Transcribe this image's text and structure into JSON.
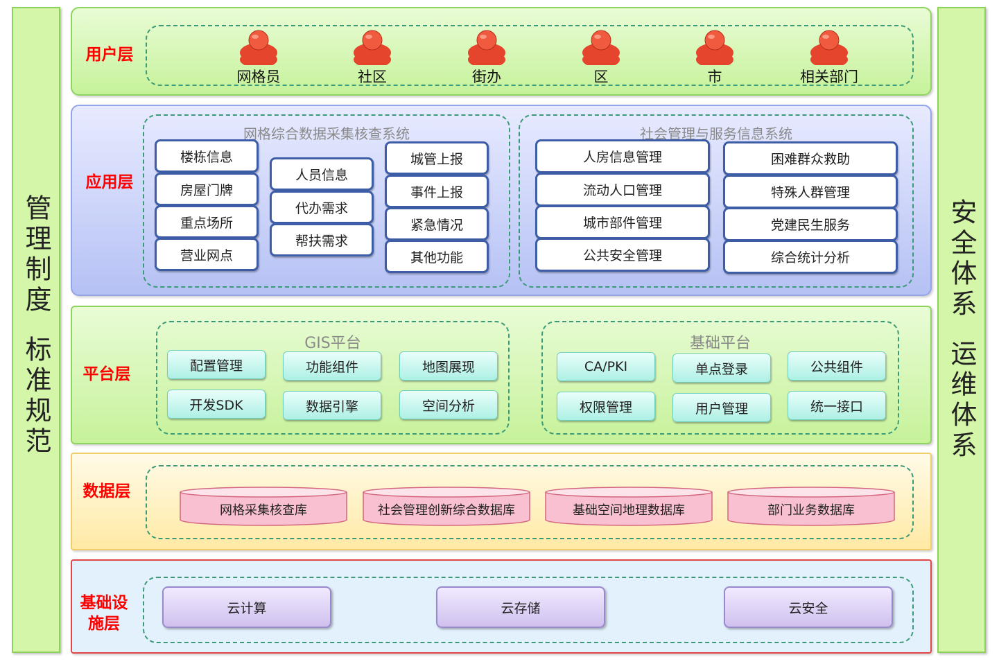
{
  "left_sidebar": {
    "line1": "管理制度",
    "line2": "标准规范"
  },
  "right_sidebar": {
    "line1": "安全体系",
    "line2": "运维体系"
  },
  "user_layer": {
    "title": "用户层",
    "users": [
      "网格员",
      "社区",
      "街办",
      "区",
      "市",
      "相关部门"
    ]
  },
  "app_layer": {
    "title": "应用层",
    "group1": {
      "title": "网格综合数据采集核查系统",
      "col1": [
        "楼栋信息",
        "房屋门牌",
        "重点场所",
        "营业网点"
      ],
      "col2": [
        "人员信息",
        "代办需求",
        "帮扶需求"
      ],
      "col3": [
        "城管上报",
        "事件上报",
        "紧急情况",
        "其他功能"
      ]
    },
    "group2": {
      "title": "社会管理与服务信息系统",
      "col1": [
        "人房信息管理",
        "流动人口管理",
        "城市部件管理",
        "公共安全管理"
      ],
      "col2": [
        "困难群众救助",
        "特殊人群管理",
        "党建民生服务",
        "综合统计分析"
      ]
    }
  },
  "platform_layer": {
    "title": "平台层",
    "gis": {
      "title": "GIS平台",
      "items": [
        "配置管理",
        "功能组件",
        "地图展现",
        "开发SDK",
        "数据引擎",
        "空间分析"
      ]
    },
    "base": {
      "title": "基础平台",
      "items": [
        "CA/PKI",
        "单点登录",
        "公共组件",
        "权限管理",
        "用户管理",
        "统一接口"
      ]
    }
  },
  "data_layer": {
    "title": "数据层",
    "databases": [
      "网格采集核查库",
      "社会管理创新综合数据库",
      "基础空间地理数据库",
      "部门业务数据库"
    ]
  },
  "infra_layer": {
    "title_line1": "基础设",
    "title_line2": "施层",
    "items": [
      "云计算",
      "云存储",
      "云安全"
    ]
  },
  "colors": {
    "layer_title": "#ff0000",
    "person_icon": "#e5442d",
    "app_box_border": "#3d5da6",
    "database_fill": "#f8c0d0"
  }
}
